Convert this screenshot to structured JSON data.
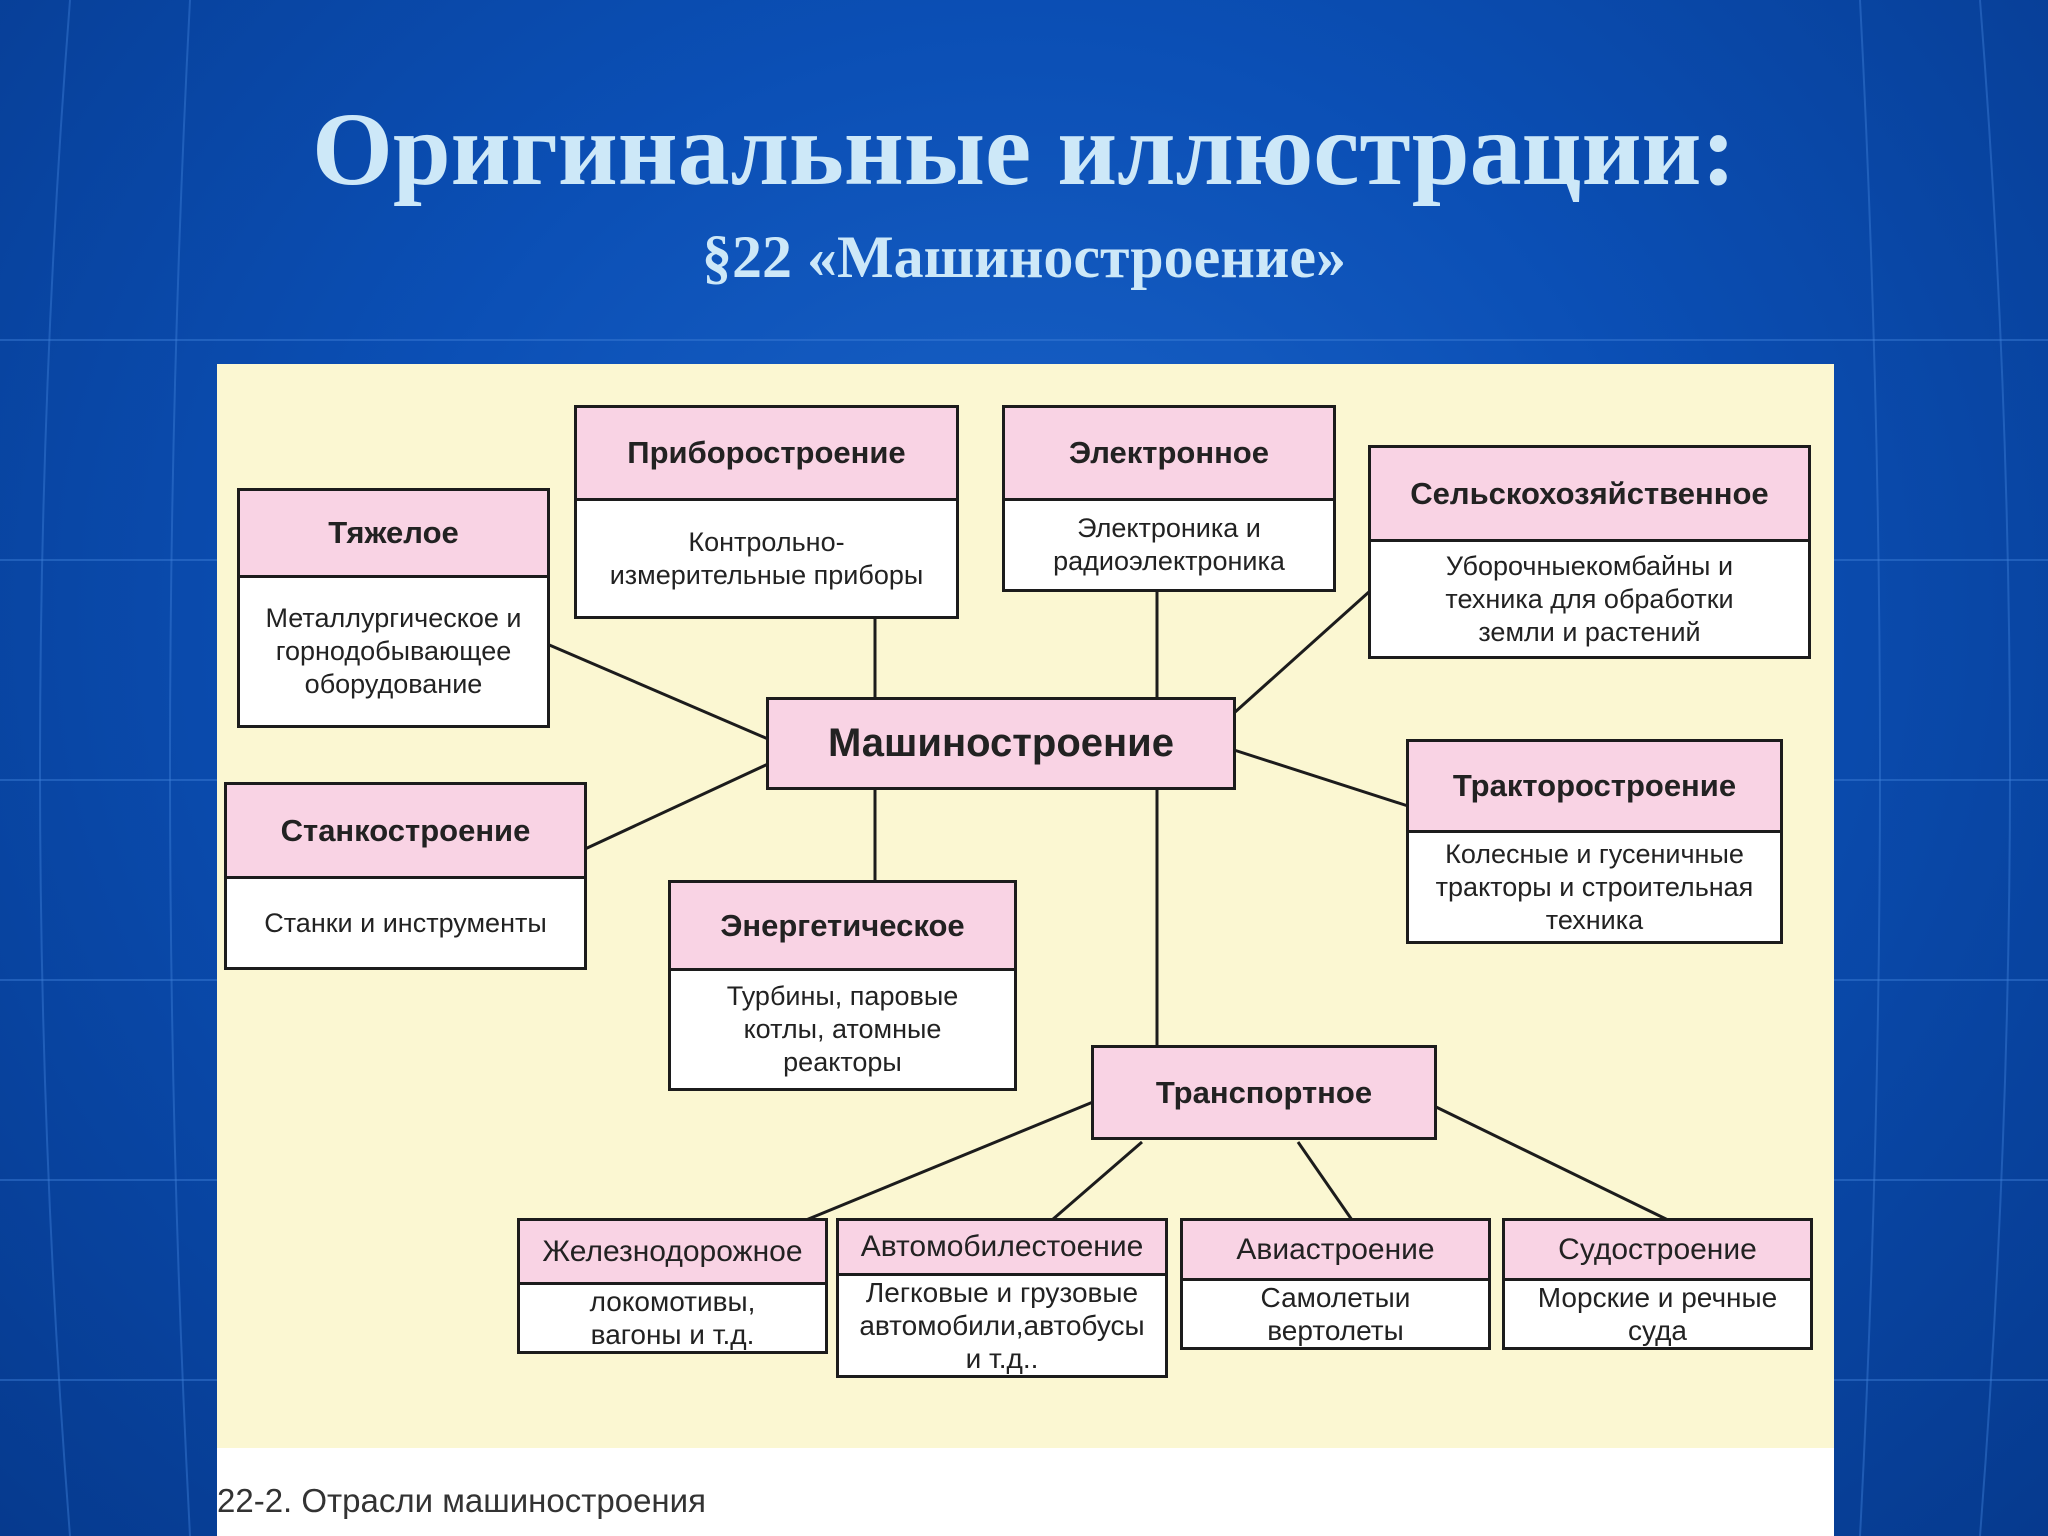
{
  "slide": {
    "title": "Оригинальные иллюстрации:",
    "subtitle": "§22 «Машиностроение»"
  },
  "diagram": {
    "center": "Машиностроение",
    "branches": [
      {
        "id": "heavy",
        "title": "Тяжелое",
        "desc": "Металлургическое и\nгорнодобывающее\nоборудование"
      },
      {
        "id": "instrument",
        "title": "Приборостроение",
        "desc": "Контрольно-\nизмерительные приборы"
      },
      {
        "id": "electronic",
        "title": "Электронное",
        "desc": "Электроника и\nрадиоэлектроника"
      },
      {
        "id": "agricultural",
        "title": "Сельскохозяйственное",
        "desc": "Уборочныекомбайны и\nтехника для обработки\nземли и растений"
      },
      {
        "id": "machine-tool",
        "title": "Станкостроение",
        "desc": "Станки и инструменты"
      },
      {
        "id": "energy",
        "title": "Энергетическое",
        "desc": "Турбины, паровые\nкотлы, атомные\nреакторы"
      },
      {
        "id": "tractor",
        "title": "Тракторостроение",
        "desc": "Колесные и гусеничные\nтракторы и строительная\nтехника"
      }
    ],
    "transport": {
      "title": "Транспортное",
      "children": [
        {
          "id": "railway",
          "title": "Железнодорожное",
          "desc": "локомотивы,\nвагоны и т.д."
        },
        {
          "id": "automotive",
          "title": "Автомобилестоение",
          "desc": "Легковые и грузовые\nавтомобили,автобусы\nи т.д.."
        },
        {
          "id": "aviation",
          "title": "Авиастроение",
          "desc": "Самолетыи\nвертолеты"
        },
        {
          "id": "shipbuilding",
          "title": "Судостроение",
          "desc": "Морские и речные\nсуда"
        }
      ]
    },
    "caption": "22-2. Отрасли машиностроения"
  }
}
